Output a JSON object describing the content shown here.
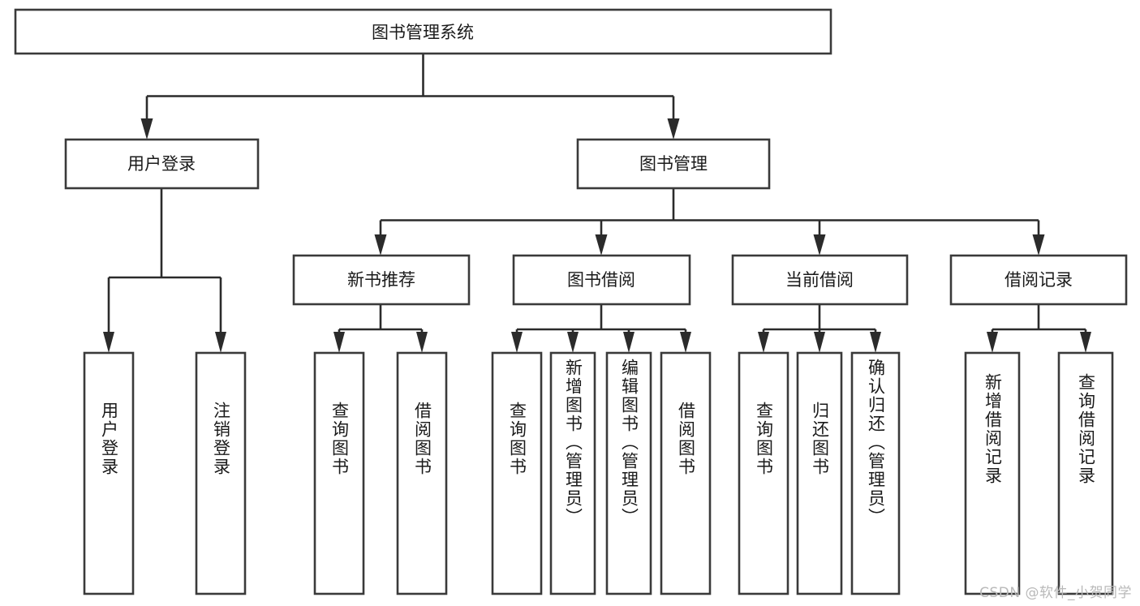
{
  "diagram": {
    "title": "图书管理系统",
    "type": "tree",
    "colors": {
      "box_border": "#3a3a3a",
      "connector": "#2b2b2b",
      "background": "#ffffff",
      "text": "#1a1a1a",
      "watermark": "#b9b9b9"
    },
    "root": {
      "label": "图书管理系统"
    },
    "level2": [
      {
        "label": "用户登录"
      },
      {
        "label": "图书管理"
      }
    ],
    "level3": [
      {
        "label": "新书推荐"
      },
      {
        "label": "图书借阅"
      },
      {
        "label": "当前借阅"
      },
      {
        "label": "借阅记录"
      }
    ],
    "leaves": {
      "user_login": [
        {
          "label": "用户登录"
        },
        {
          "label": "注销登录"
        }
      ],
      "new_book_recommend": [
        {
          "label": "查询图书"
        },
        {
          "label": "借阅图书"
        }
      ],
      "book_borrow": [
        {
          "label": "查询图书"
        },
        {
          "label": "新增图书（管理员）"
        },
        {
          "label": "编辑图书（管理员）"
        },
        {
          "label": "借阅图书"
        }
      ],
      "current_borrow": [
        {
          "label": "查询图书"
        },
        {
          "label": "归还图书"
        },
        {
          "label": "确认归还（管理员）"
        }
      ],
      "borrow_record": [
        {
          "label": "新增借阅记录"
        },
        {
          "label": "查询借阅记录"
        }
      ]
    },
    "watermark": "CSDN @软件_小贺同学"
  }
}
